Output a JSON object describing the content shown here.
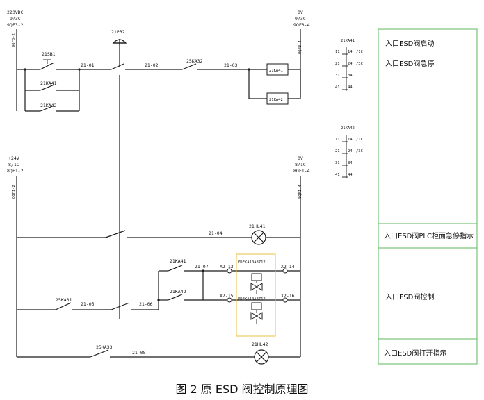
{
  "supply_top_left": [
    "220VDC",
    "9/3C",
    "9QF3-2"
  ],
  "supply_top_right": [
    "0V",
    "9/3C",
    "9QF3-4"
  ],
  "supply_bot_left": [
    "+24V",
    "8/1C",
    "8QF1-2"
  ],
  "supply_bot_right": [
    "0V",
    "8/1C",
    "8QF1-4"
  ],
  "vert_top_left": "9QF3-2",
  "vert_top_right": "9QF3-4",
  "vert_bot_left": "8QF1-2",
  "vert_bot_right": "8QF1-4",
  "contacts": {
    "sb1": "21SB1",
    "pb2": "21PB2",
    "ka41": "21KA41",
    "ka42": "21KA42",
    "ka32": "25KA32",
    "ka31": "25KA31",
    "ka33": "25KA33",
    "ka41b": "21KA41",
    "ka42b": "21KA42"
  },
  "coils": {
    "c1": "21KA41",
    "c2": "21KA42"
  },
  "wires": {
    "w01": "21-01",
    "w02": "21-02",
    "w03": "21-03",
    "w04": "21-04",
    "w05": "21-05",
    "w06": "21-06",
    "w07": "21-07",
    "w08": "21-08"
  },
  "terminals": {
    "x13": "X2-13",
    "x14": "X2-14",
    "x15": "X2-15",
    "x16": "X2-16"
  },
  "valves": {
    "v1": "EDEKA10A8712",
    "v2": "EDEKA10A8712"
  },
  "lamps": {
    "l1": "21HL41",
    "l2": "21HL42"
  },
  "contact_tables": [
    {
      "title": "21KA41",
      "rows": [
        [
          "11",
          "14",
          "/1C"
        ],
        [
          "21",
          "24",
          "/3C"
        ],
        [
          "31",
          "34",
          ""
        ],
        [
          "41",
          "44",
          ""
        ]
      ]
    },
    {
      "title": "21KA42",
      "rows": [
        [
          "11",
          "14",
          "/1C"
        ],
        [
          "21",
          "24",
          "/3C"
        ],
        [
          "31",
          "34",
          ""
        ],
        [
          "41",
          "44",
          ""
        ]
      ]
    }
  ],
  "panel": {
    "items": [
      "入口ESD阀启动",
      "入口ESD阀急停",
      "入口ESD阀PLC柜面急停指示",
      "入口ESD阀控制",
      "入口ESD阀打开指示"
    ]
  },
  "caption": "图 2  原 ESD 阀控制原理图"
}
